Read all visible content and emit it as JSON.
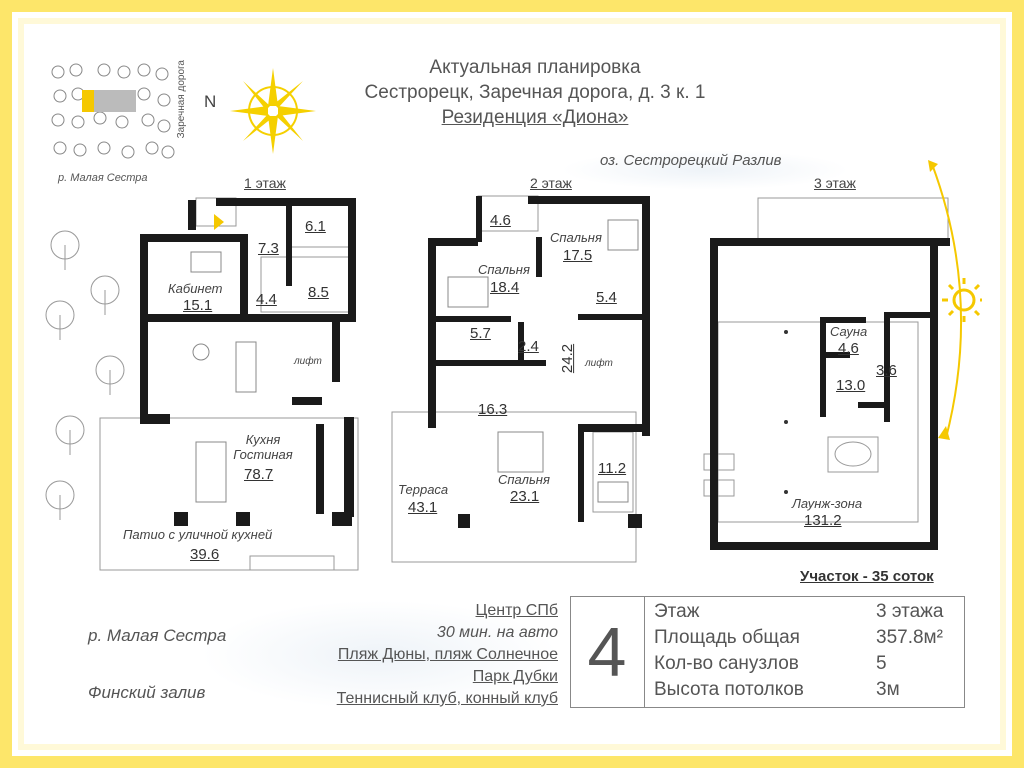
{
  "header": {
    "line1": "Актуальная планировка",
    "line2": "Сестрорецк, Заречная дорога, д. 3 к. 1",
    "line3": "Резиденция «Диона»"
  },
  "map": {
    "road": "Заречная дорога",
    "river": "р. Малая Сестра",
    "north": "N"
  },
  "lake": "оз. Сестрорецкий Разлив",
  "floors": [
    {
      "label": "1 этаж",
      "rooms": [
        {
          "name": "",
          "area": "6.1"
        },
        {
          "name": "",
          "area": "7.3"
        },
        {
          "name": "Кабинет",
          "area": "15.1"
        },
        {
          "name": "",
          "area": "4.4"
        },
        {
          "name": "",
          "area": "8.5"
        },
        {
          "name": "Кухня\nГостиная",
          "area": "78.7"
        },
        {
          "name": "Патио с уличной кухней",
          "area": "39.6"
        }
      ],
      "lift": "лифт"
    },
    {
      "label": "2 этаж",
      "rooms": [
        {
          "name": "",
          "area": "4.6"
        },
        {
          "name": "Спальня",
          "area": "17.5"
        },
        {
          "name": "Спальня",
          "area": "18.4"
        },
        {
          "name": "",
          "area": "5.4"
        },
        {
          "name": "",
          "area": "5.7"
        },
        {
          "name": "",
          "area": "2.4"
        },
        {
          "name": "",
          "area": "24.2"
        },
        {
          "name": "",
          "area": "16.3"
        },
        {
          "name": "Терраса",
          "area": "43.1"
        },
        {
          "name": "Спальня",
          "area": "23.1"
        },
        {
          "name": "",
          "area": "11.2"
        }
      ],
      "lift": "лифт"
    },
    {
      "label": "3 этаж",
      "rooms": [
        {
          "name": "Сауна",
          "area": "4.6"
        },
        {
          "name": "",
          "area": "13.0"
        },
        {
          "name": "",
          "area": "3.6"
        },
        {
          "name": "Лаунж-зона",
          "area": "131.2"
        }
      ]
    }
  ],
  "plot": "Участок - 35 соток",
  "left_labels": {
    "river": "р. Малая Сестра",
    "gulf": "Финский залив"
  },
  "info": {
    "center": "Центр СПб",
    "time": "30 мин. на авто",
    "beach": "Пляж Дюны, пляж Солнечное",
    "park": "Парк Дубки",
    "club": "Теннисный клуб, конный клуб"
  },
  "stats": {
    "big": "4",
    "rows": [
      {
        "k": "Этаж",
        "v": "3 этажа"
      },
      {
        "k": "Площадь общая",
        "v": "357.8м²"
      },
      {
        "k": "Кол-во санузлов",
        "v": "5"
      },
      {
        "k": "Высота потолков",
        "v": "3м"
      }
    ]
  },
  "colors": {
    "frame": "#fde66a",
    "accent": "#f5c800",
    "wall": "#1a1a1a",
    "text": "#555555"
  }
}
